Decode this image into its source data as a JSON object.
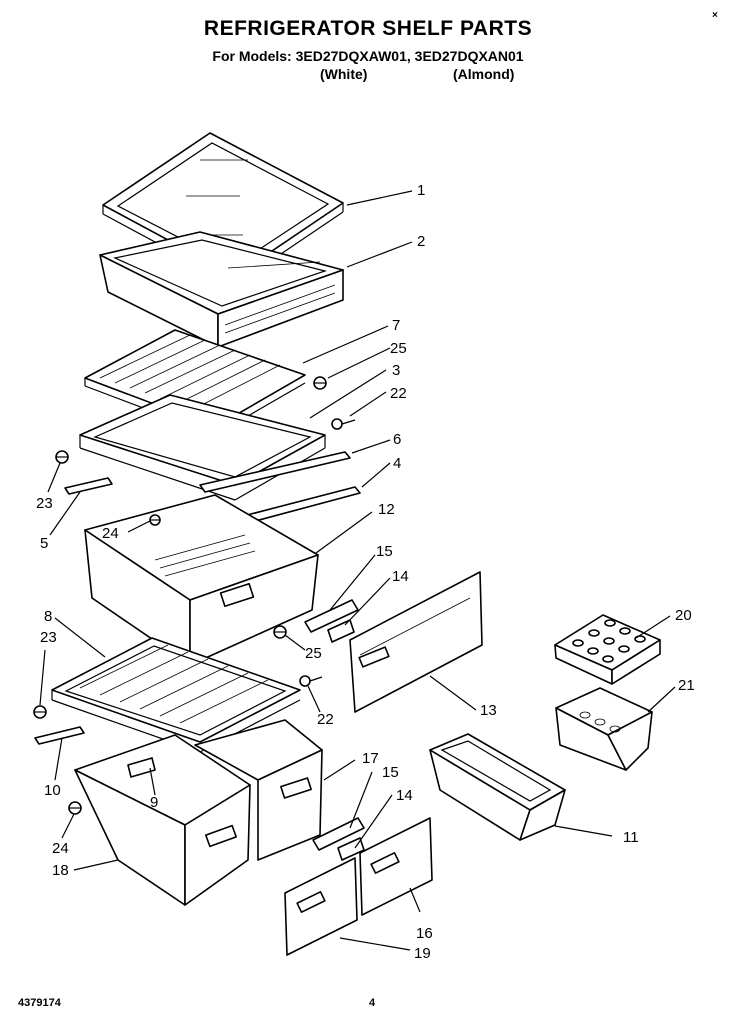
{
  "header": {
    "title": "REFRIGERATOR SHELF PARTS",
    "models_line": "For Models: 3ED27DQXAW01, 3ED27DQXAN01",
    "variant_white": "(White)",
    "variant_almond": "(Almond)"
  },
  "corner_mark": "×",
  "callouts": {
    "c1": "1",
    "c2": "2",
    "c7": "7",
    "c25a": "25",
    "c3": "3",
    "c22a": "22",
    "c6": "6",
    "c4": "4",
    "c23a": "23",
    "c5": "5",
    "c12": "12",
    "c24a": "24",
    "c15a": "15",
    "c14a": "14",
    "c8": "8",
    "c23b": "23",
    "c25b": "25",
    "c20": "20",
    "c21": "21",
    "c13": "13",
    "c22b": "22",
    "c10": "10",
    "c9": "9",
    "c17": "17",
    "c15b": "15",
    "c14b": "14",
    "c11": "11",
    "c24b": "24",
    "c18": "18",
    "c16": "16",
    "c19": "19"
  },
  "footer": {
    "part_number": "4379174",
    "page_number": "4"
  }
}
